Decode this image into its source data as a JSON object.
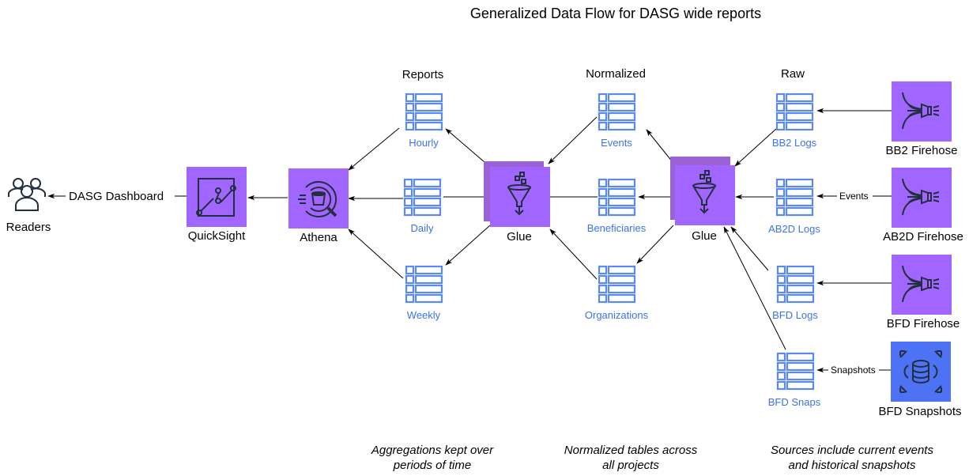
{
  "title": "Generalized Data Flow for DASG wide reports",
  "columns": {
    "reports": "Reports",
    "normalized": "Normalized",
    "raw": "Raw"
  },
  "nodes": {
    "readers": {
      "label": "Readers",
      "icon": "users-icon"
    },
    "quicksight": {
      "label": "QuickSight",
      "icon": "quicksight-icon"
    },
    "athena": {
      "label": "Athena",
      "icon": "athena-icon"
    },
    "glue_reports": {
      "label": "Glue",
      "icon": "glue-icon"
    },
    "glue_normalized": {
      "label": "Glue",
      "icon": "glue-icon"
    },
    "hourly": {
      "label": "Hourly",
      "icon": "table-icon"
    },
    "daily": {
      "label": "Daily",
      "icon": "table-icon"
    },
    "weekly": {
      "label": "Weekly",
      "icon": "table-icon"
    },
    "events": {
      "label": "Events",
      "icon": "table-icon"
    },
    "beneficiaries": {
      "label": "Beneficiaries",
      "icon": "table-icon"
    },
    "organizations": {
      "label": "Organizations",
      "icon": "table-icon"
    },
    "bb2_logs": {
      "label": "BB2 Logs",
      "icon": "table-icon"
    },
    "ab2d_logs": {
      "label": "AB2D Logs",
      "icon": "table-icon"
    },
    "bfd_logs": {
      "label": "BFD Logs",
      "icon": "table-icon"
    },
    "bfd_snaps": {
      "label": "BFD Snaps",
      "icon": "table-icon"
    },
    "bb2_firehose": {
      "label": "BB2 Firehose",
      "icon": "firehose-icon"
    },
    "ab2d_firehose": {
      "label": "AB2D Firehose",
      "icon": "firehose-icon"
    },
    "bfd_firehose": {
      "label": "BFD Firehose",
      "icon": "firehose-icon"
    },
    "bfd_snapshots": {
      "label": "BFD Snapshots",
      "icon": "rds-snapshot-icon"
    }
  },
  "edge_labels": {
    "dashboard": "DASG Dashboard",
    "events": "Events",
    "snapshots": "Snapshots"
  },
  "notes": {
    "reports": [
      "Aggregations kept over",
      "periods of time"
    ],
    "normalized": [
      "Normalized tables across",
      "all projects"
    ],
    "raw": [
      "Sources include current events",
      "and historical snapshots"
    ]
  },
  "colors": {
    "analytics_purple": "#A166FF",
    "glue_shadow": "#9B62D6",
    "database_blue": "#4D72F3",
    "table_blue": "#5A8AF0",
    "label_blue": "#3B73E6",
    "icon_stroke": "#232F3E"
  }
}
